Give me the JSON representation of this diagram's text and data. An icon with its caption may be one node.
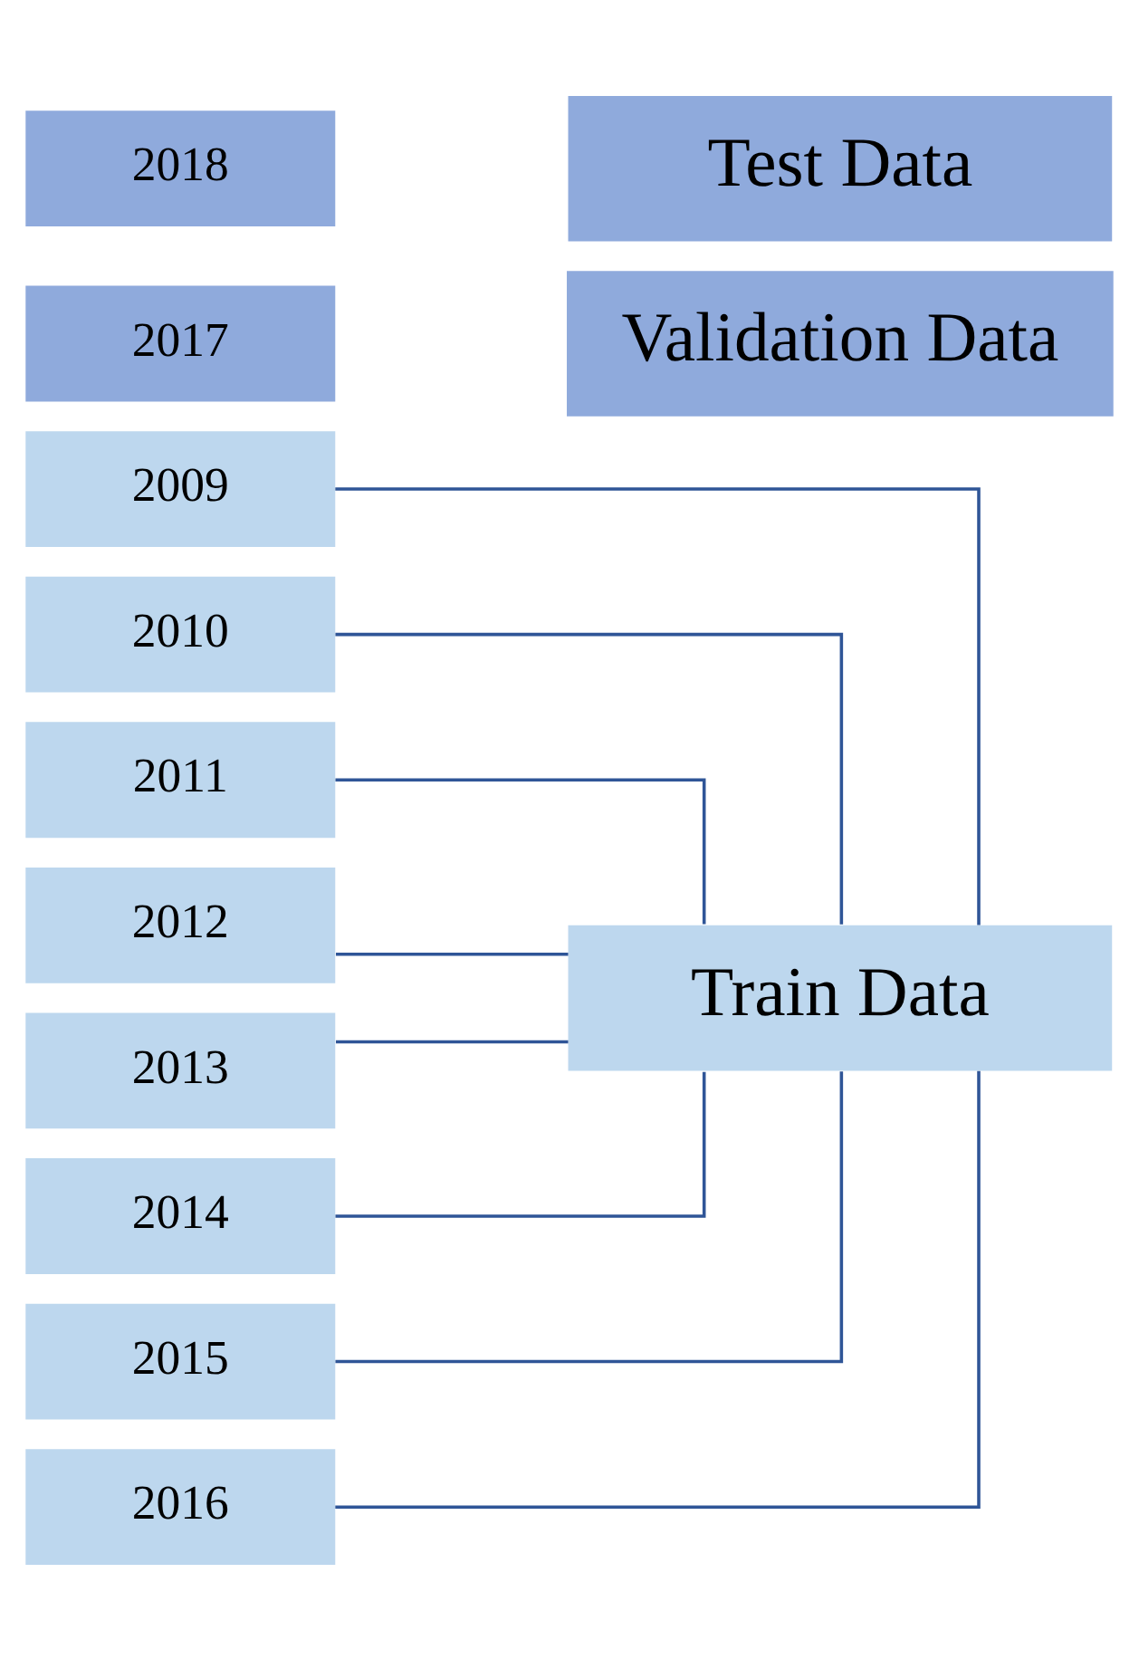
{
  "diagram": {
    "nodes": [
      {
        "text": [
          "2009"
        ]
      },
      {
        "text": [
          "2010"
        ]
      },
      {
        "text": [
          "2011"
        ]
      },
      {
        "text": [
          "2012"
        ]
      },
      {
        "text": [
          "2013"
        ]
      },
      {
        "text": [
          "2014"
        ]
      },
      {
        "text": [
          "2015"
        ]
      },
      {
        "text": [
          "2016"
        ]
      },
      {
        "text": [
          "Train Data"
        ]
      },
      {
        "text": [
          "2017"
        ]
      },
      {
        "text": [
          "Validation Data"
        ]
      },
      {
        "text": [
          "2018"
        ]
      },
      {
        "text": [
          "Test Data"
        ]
      }
    ],
    "edges": [
      {
        "from": 0,
        "to": 8,
        "arrow": "none"
      },
      {
        "from": 1,
        "to": 8,
        "arrow": "none"
      },
      {
        "from": 2,
        "to": 8,
        "arrow": "none"
      },
      {
        "from": 3,
        "to": 8,
        "arrow": "none"
      },
      {
        "from": 4,
        "to": 8,
        "arrow": "none"
      },
      {
        "from": 5,
        "to": 8,
        "arrow": "none"
      },
      {
        "from": 6,
        "to": 8,
        "arrow": "none"
      },
      {
        "from": 7,
        "to": 8,
        "arrow": "none"
      }
    ]
  }
}
